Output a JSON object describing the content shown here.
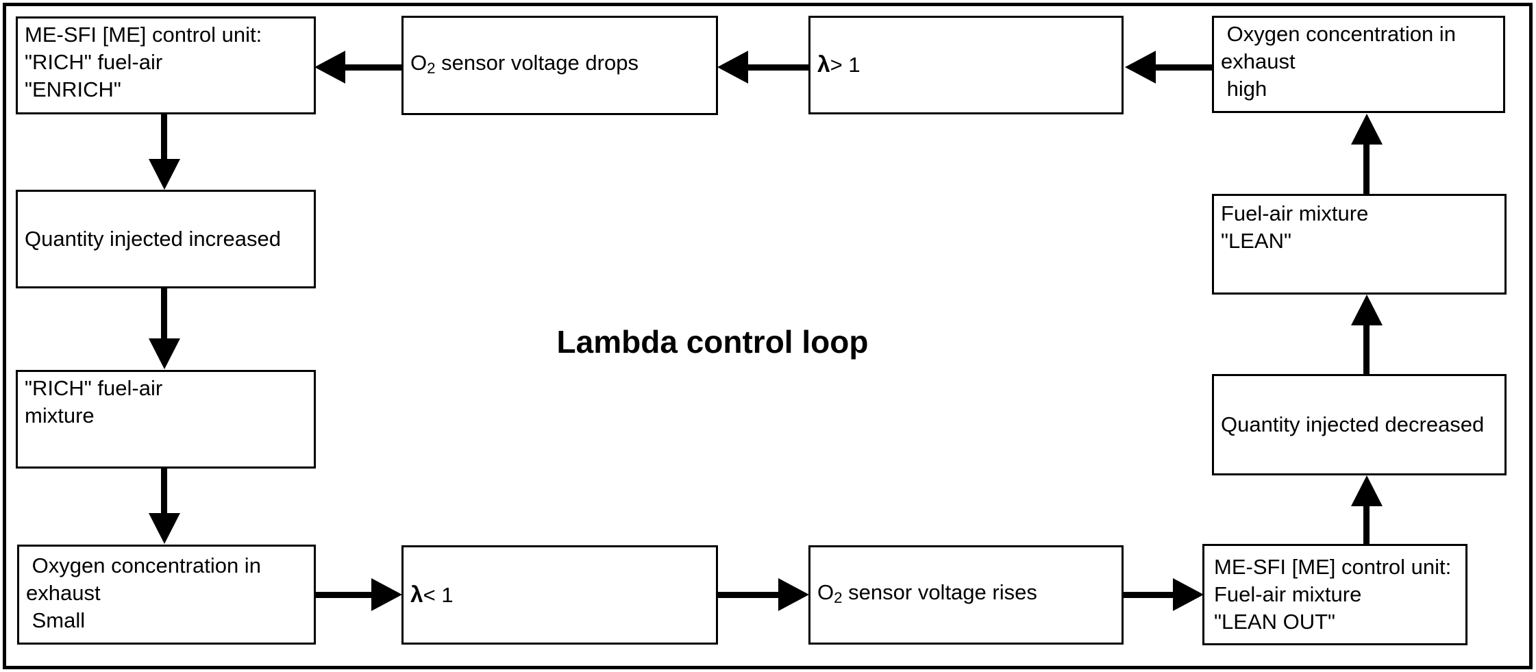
{
  "diagram": {
    "title": "Lambda control loop",
    "boxes": {
      "me_sfi_enrich": {
        "lines": [
          "ME-SFI [ME] control unit:",
          "\"RICH\" fuel-air",
          "\"ENRICH\""
        ]
      },
      "o2_voltage_drops": {
        "pre": "O",
        "sub": "2",
        "rest": " sensor voltage drops"
      },
      "lambda_gt_1": {
        "symbol": "λ",
        "rest": "> 1"
      },
      "oxygen_high": {
        "lines": [
          " Oxygen concentration in",
          "exhaust",
          " high"
        ]
      },
      "quantity_increased": {
        "text": "Quantity injected increased"
      },
      "rich_mixture": {
        "lines": [
          "\"RICH\" fuel-air",
          "mixture"
        ]
      },
      "oxygen_small": {
        "lines": [
          " Oxygen concentration in",
          "exhaust",
          " Small"
        ]
      },
      "lambda_lt_1": {
        "symbol": "λ",
        "rest": "< 1"
      },
      "o2_voltage_rises": {
        "pre": "O",
        "sub": "2",
        "rest": " sensor voltage rises"
      },
      "me_sfi_lean_out": {
        "lines": [
          "ME-SFI [ME] control unit:",
          "Fuel-air mixture",
          "\"LEAN OUT\""
        ]
      },
      "quantity_decreased": {
        "text": "Quantity injected decreased"
      },
      "lean_mixture": {
        "lines": [
          "Fuel-air mixture",
          "\"LEAN\""
        ]
      }
    }
  }
}
